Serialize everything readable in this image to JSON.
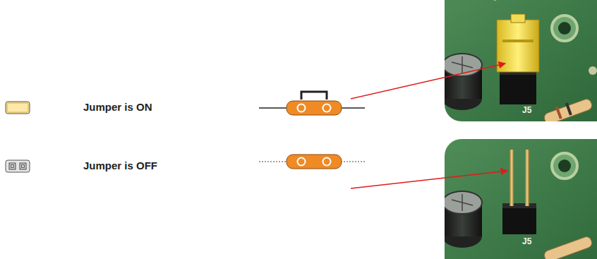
{
  "diagram": {
    "labels": [
      "Jumper is ON",
      "Jumper is OFF",
      "J5",
      "J5"
    ]
  }
}
